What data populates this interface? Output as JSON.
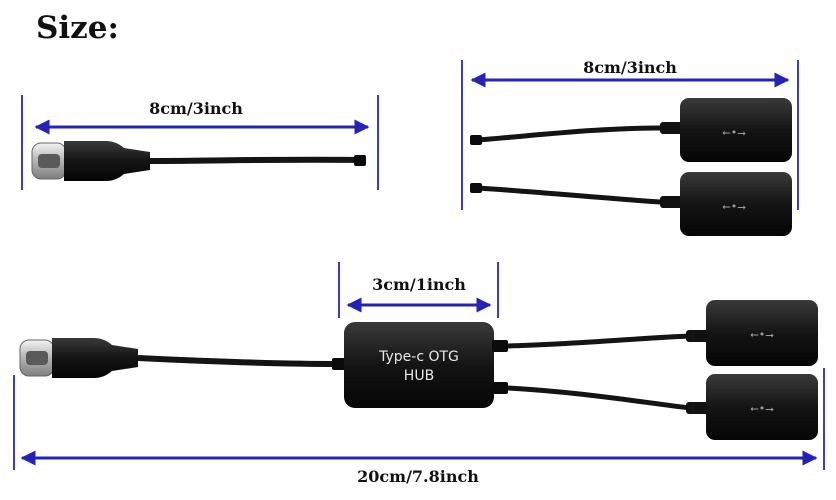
{
  "heading": "Size:",
  "dimensions": {
    "connector_length": "8cm/3inch",
    "dual_port_length": "8cm/3inch",
    "hub_length": "3cm/1inch",
    "total_length": "20cm/7.8inch"
  },
  "hub": {
    "line1": "Type-c OTG",
    "line2": "HUB"
  },
  "colors": {
    "arrow": "#2323b8",
    "cable": "#141414",
    "guide": "#3a3ad8"
  }
}
